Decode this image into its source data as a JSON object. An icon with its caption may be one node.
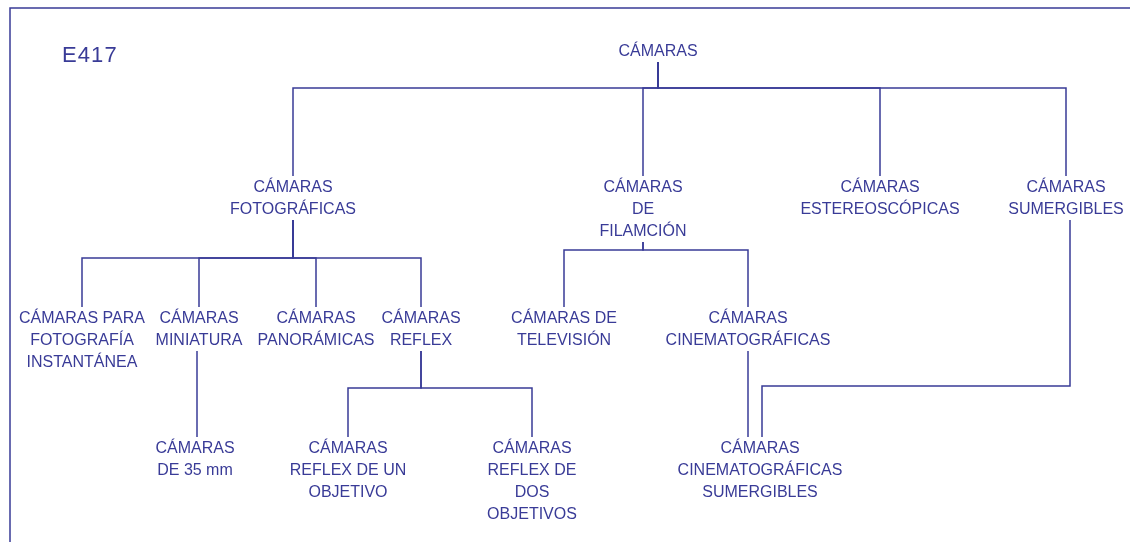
{
  "diagram": {
    "nodes": [
      {
        "text": [
          "CÁMARAS"
        ]
      },
      {
        "text": [
          "CÁMARAS FOTOGRÁFICAS"
        ]
      },
      {
        "text": [
          "CÁMARAS DE FILAMCIÓN"
        ]
      },
      {
        "text": [
          "CÁMARAS ESTEREOSCÓPICAS"
        ]
      },
      {
        "text": [
          "CÁMARAS SUMERGIBLES"
        ]
      },
      {
        "text": [
          "CÁMARAS PARA FOTOGRAFÍA INSTANTÁNEA"
        ]
      },
      {
        "text": [
          "CÁMARAS MINIATURA"
        ]
      },
      {
        "text": [
          "CÁMARAS PANORÁMICAS"
        ]
      },
      {
        "text": [
          "CÁMARAS REFLEX"
        ]
      },
      {
        "text": [
          "CÁMARAS DE TELEVISIÓN"
        ]
      },
      {
        "text": [
          "CÁMARAS CINEMATOGRÁFICAS"
        ]
      },
      {
        "text": [
          "CÁMARAS DE 35 mm"
        ]
      },
      {
        "text": [
          "CÁMARAS REFLEX DE UN OBJETIVO"
        ]
      },
      {
        "text": [
          "CÁMARAS REFLEX DE DOS OBJETIVOS"
        ]
      },
      {
        "text": [
          "CÁMARAS CINEMATOGRÁFICAS SUMERGIBLES"
        ]
      }
    ],
    "edges": [
      {
        "from": 0,
        "to": 1,
        "arrow": "none"
      },
      {
        "from": 0,
        "to": 2,
        "arrow": "none"
      },
      {
        "from": 0,
        "to": 3,
        "arrow": "none"
      },
      {
        "from": 0,
        "to": 4,
        "arrow": "none"
      },
      {
        "from": 1,
        "to": 5,
        "arrow": "none"
      },
      {
        "from": 1,
        "to": 6,
        "arrow": "none"
      },
      {
        "from": 1,
        "to": 7,
        "arrow": "none"
      },
      {
        "from": 1,
        "to": 8,
        "arrow": "none"
      },
      {
        "from": 2,
        "to": 9,
        "arrow": "none"
      },
      {
        "from": 2,
        "to": 10,
        "arrow": "none"
      },
      {
        "from": 6,
        "to": 11,
        "arrow": "none"
      },
      {
        "from": 8,
        "to": 12,
        "arrow": "none"
      },
      {
        "from": 8,
        "to": 13,
        "arrow": "none"
      },
      {
        "from": 10,
        "to": 14,
        "arrow": "none"
      },
      {
        "from": 4,
        "to": 14,
        "arrow": "none"
      }
    ],
    "labels": [
      "E417"
    ]
  }
}
